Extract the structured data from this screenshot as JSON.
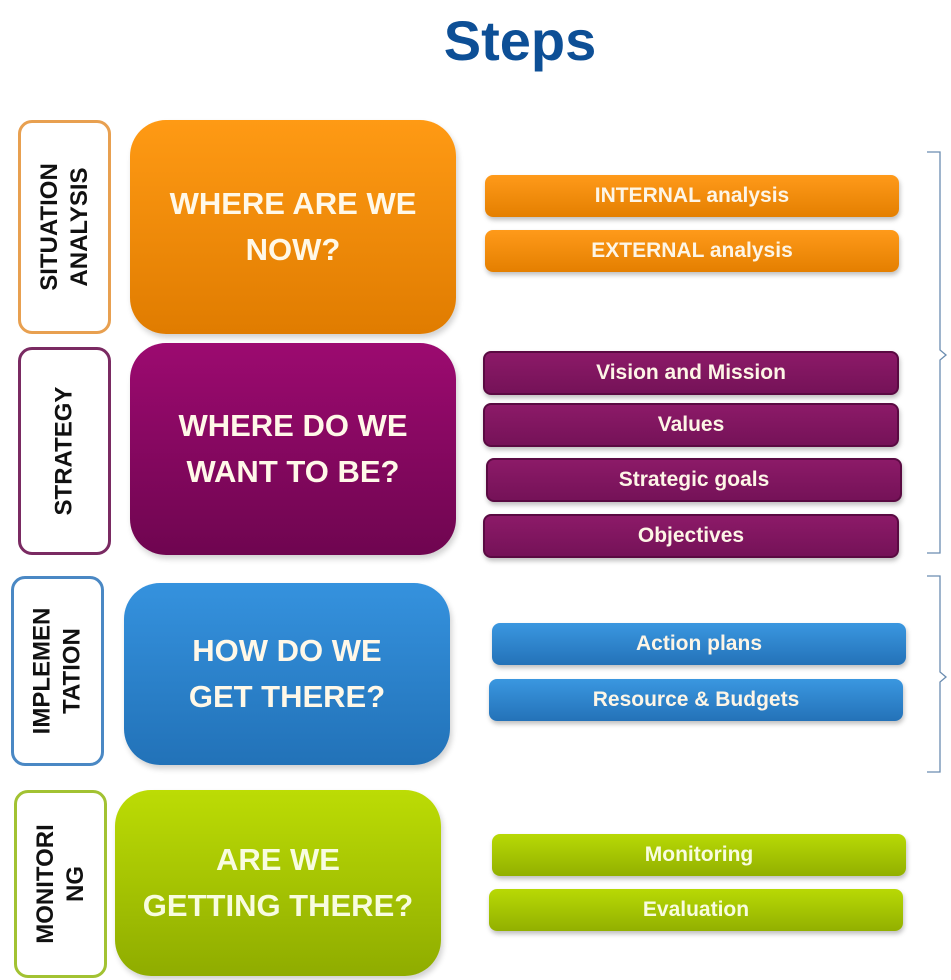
{
  "title": "Steps",
  "phases": [
    {
      "label": "SITUATION\nANALYSIS",
      "question": "WHERE ARE WE\nNOW?",
      "color": "#f28c0a",
      "items": [
        "INTERNAL  analysis",
        "EXTERNAL analysis"
      ]
    },
    {
      "label": "STRATEGY",
      "question": "WHERE DO WE\nWANT TO BE?",
      "color": "#8a0a63",
      "items": [
        "Vision and Mission",
        "Values",
        "Strategic goals",
        "Objectives"
      ]
    },
    {
      "label": "IMPLEMEN\nTATION",
      "question": "HOW DO WE\nGET THERE?",
      "color": "#2b84cf",
      "items": [
        "Action plans",
        "Resource & Budgets"
      ]
    },
    {
      "label": "MONITORI\nNG",
      "question": "ARE WE\nGETTING THERE?",
      "color": "#a6c402",
      "items": [
        "Monitoring",
        "Evaluation"
      ]
    }
  ]
}
